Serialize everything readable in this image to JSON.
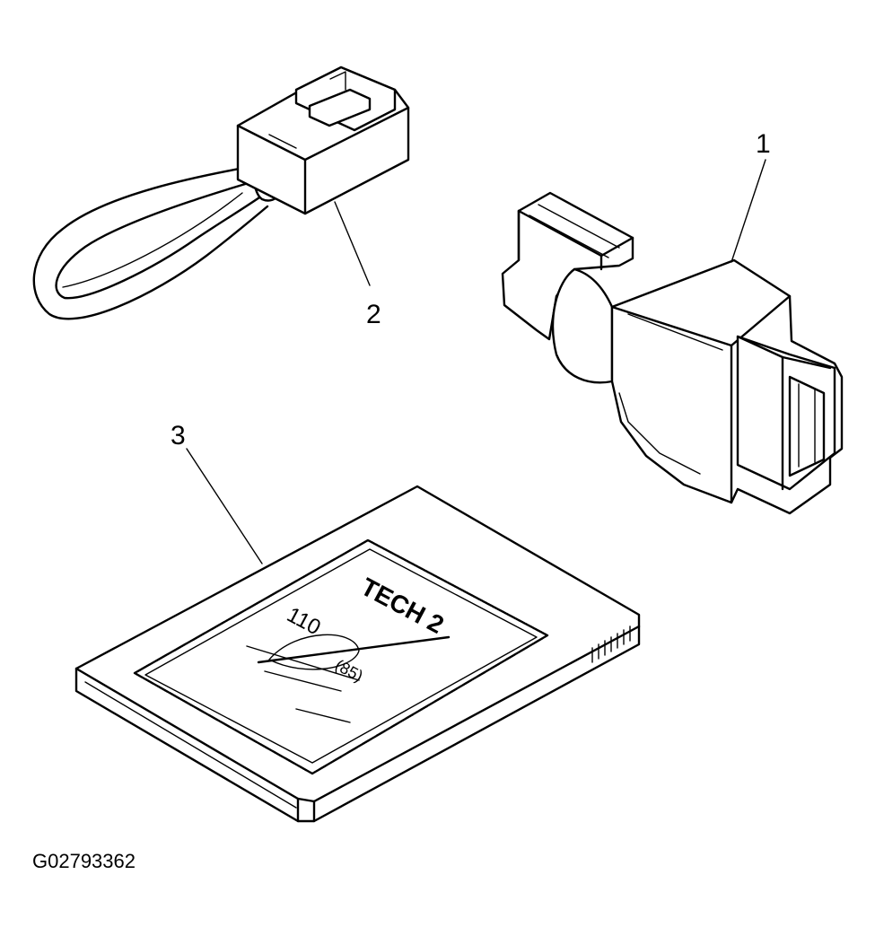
{
  "figure": {
    "callouts": {
      "dlc_adapter": "1",
      "loopback_connector": "2",
      "pcmcia_card": "3"
    },
    "card_labels": {
      "brand": "TECH 2",
      "code_a": "110",
      "code_b": "(85)"
    },
    "figure_id": "G02793362"
  }
}
